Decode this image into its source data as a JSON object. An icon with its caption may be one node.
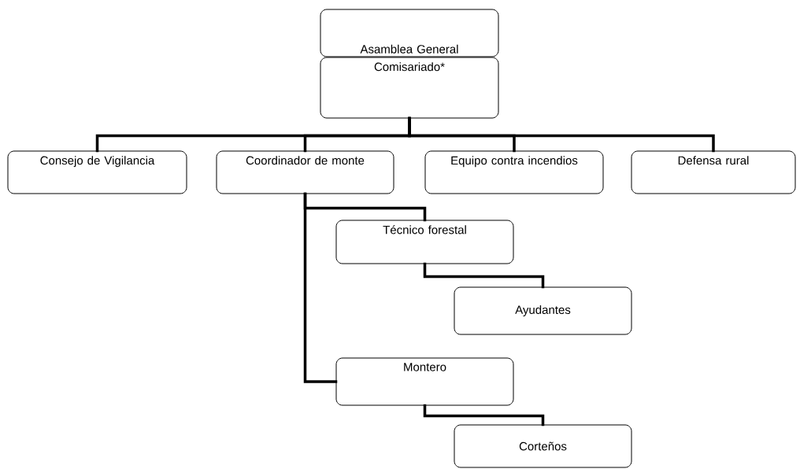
{
  "diagram": {
    "nodes": [
      {
        "text": [
          "Asamblea General"
        ]
      },
      {
        "text": [
          "Comisariado*"
        ]
      },
      {
        "text": [
          "Consejo de Vigilancia"
        ]
      },
      {
        "text": [
          "Coordinador de monte"
        ]
      },
      {
        "text": [
          "Equipo contra incendios"
        ]
      },
      {
        "text": [
          "Defensa rural"
        ]
      },
      {
        "text": [
          "Técnico forestal"
        ]
      },
      {
        "text": [
          "Ayudantes"
        ]
      },
      {
        "text": [
          "Montero"
        ]
      },
      {
        "text": [
          "Corteños"
        ]
      }
    ],
    "edges": [
      {
        "from": 1,
        "to": 2,
        "arrow": "none"
      },
      {
        "from": 1,
        "to": 3,
        "arrow": "none"
      },
      {
        "from": 1,
        "to": 4,
        "arrow": "none"
      },
      {
        "from": 1,
        "to": 5,
        "arrow": "none"
      },
      {
        "from": 3,
        "to": 6,
        "arrow": "none"
      },
      {
        "from": 3,
        "to": 8,
        "arrow": "none"
      },
      {
        "from": 6,
        "to": 7,
        "arrow": "none"
      },
      {
        "from": 8,
        "to": 9,
        "arrow": "none"
      }
    ]
  }
}
